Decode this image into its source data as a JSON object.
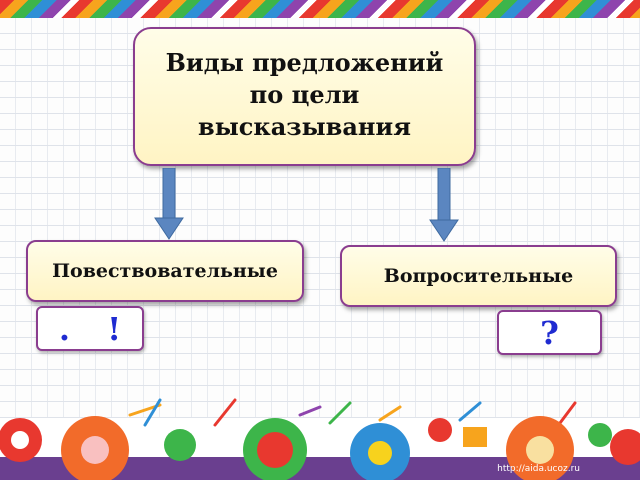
{
  "title_lines": [
    "Виды предложений",
    "по цели",
    "высказывания"
  ],
  "branches": [
    {
      "label": "Повествовательные",
      "marks": ". !"
    },
    {
      "label": "Вопросительные",
      "marks": "?"
    }
  ],
  "footer": "http://aida.ucoz.ru",
  "colors": {
    "box_border": "#8a3d8f",
    "arrow": "#5b86c0",
    "marks": "#1f2bd1"
  }
}
